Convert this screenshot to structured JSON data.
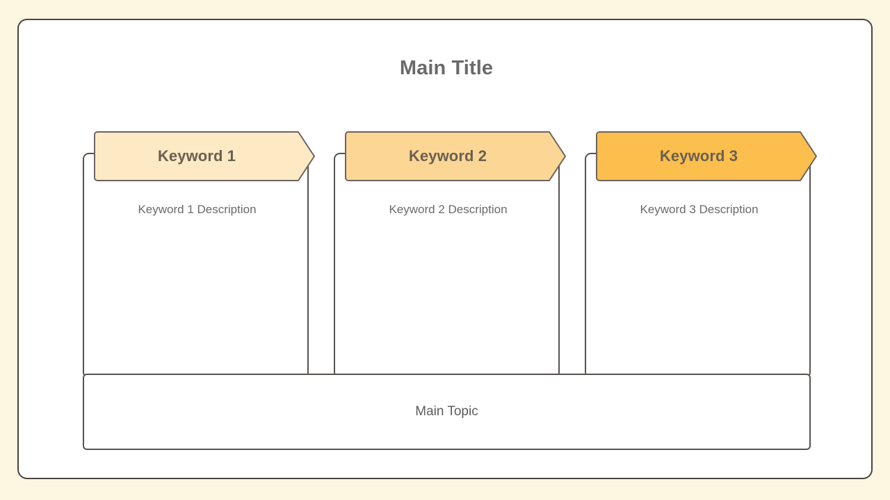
{
  "theme": {
    "background_color": "#fdf6e0",
    "panel_background": "#ffffff",
    "panel_border_color": "#4a4441",
    "title_color": "#6a6a6a",
    "ribbon_text_color": "#6a6050",
    "ribbon_border_color": "#6b6461",
    "card_border_color": "#565250",
    "description_color": "#6a6a6a"
  },
  "slide": {
    "title": "Main Title",
    "columns": [
      {
        "keyword": "Keyword 1",
        "description": "Keyword 1 Description",
        "ribbon_color": "#fdeac4"
      },
      {
        "keyword": "Keyword 2",
        "description": "Keyword 2 Description",
        "ribbon_color": "#fcd695"
      },
      {
        "keyword": "Keyword 3",
        "description": "Keyword 3 Description",
        "ribbon_color": "#fcbe4d"
      }
    ],
    "footer": {
      "label": "Main Topic"
    }
  }
}
